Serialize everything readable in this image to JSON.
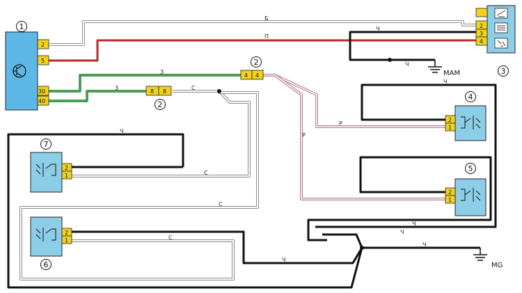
{
  "diagram": {
    "callouts": [
      "1",
      "2",
      "2",
      "3",
      "4",
      "5",
      "6",
      "7"
    ],
    "pins": {
      "ecu": [
        "2",
        "5",
        "30",
        "40"
      ],
      "connector_top": [
        "4",
        "4"
      ],
      "connector_bottom": [
        "8",
        "8"
      ],
      "switch_right": [
        "2",
        "3",
        "4"
      ],
      "sensor_pair": [
        "2",
        "1"
      ]
    },
    "wire_labels": {
      "grey": "Б",
      "red": "П",
      "green": "З",
      "grey_c": "С",
      "black": "Ч",
      "pink": "Р"
    },
    "grounds": [
      "МАМ",
      "MG"
    ],
    "colors": {
      "ecu_fill": "#5db8e8",
      "connector_fill": "#f2d21c",
      "switch_fill": "#8ccde8",
      "wire_red": "#b72a2a",
      "wire_green": "#2e8b3a",
      "wire_grey": "#a9a9a9",
      "wire_black": "#111111",
      "wire_pink": "#c98a9a"
    }
  }
}
